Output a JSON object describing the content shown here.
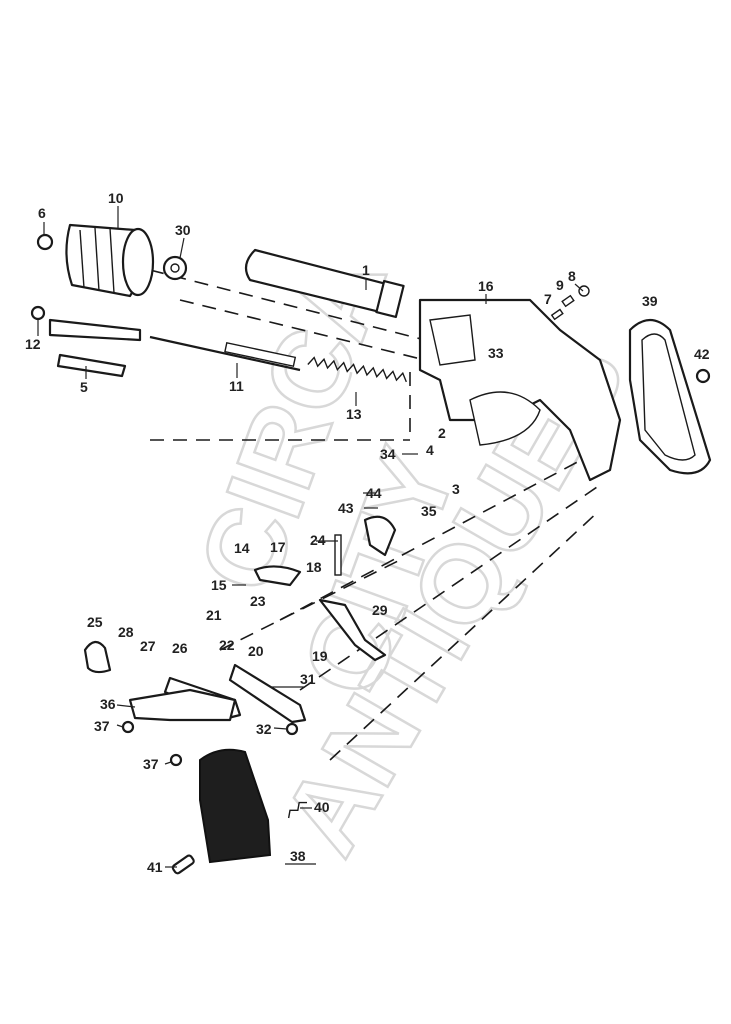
{
  "watermark": {
    "line1": "CIRCA",
    "line2": "CITY",
    "line3": "ANTIQUES"
  },
  "parts": {
    "p1": "1",
    "p2": "2",
    "p3": "3",
    "p4": "4",
    "p5": "5",
    "p6": "6",
    "p7": "7",
    "p8": "8",
    "p9": "9",
    "p10": "10",
    "p11": "11",
    "p12": "12",
    "p13": "13",
    "p14": "14",
    "p15": "15",
    "p16": "16",
    "p17": "17",
    "p18": "18",
    "p19": "19",
    "p20": "20",
    "p21": "21",
    "p22": "22",
    "p23": "23",
    "p24": "24",
    "p25": "25",
    "p26": "26",
    "p27": "27",
    "p28": "28",
    "p29": "29",
    "p30": "30",
    "p31": "31",
    "p32": "32",
    "p33": "33",
    "p34": "34",
    "p35": "35",
    "p36": "36",
    "p37a": "37",
    "p37b": "37",
    "p38": "38",
    "p39": "39",
    "p40": "40",
    "p41": "41",
    "p42": "42",
    "p43": "43",
    "p44": "44"
  },
  "colors": {
    "ink": "#1a1a1a",
    "watermark": "#d8d8d8",
    "grip": "#1e1e1e"
  }
}
